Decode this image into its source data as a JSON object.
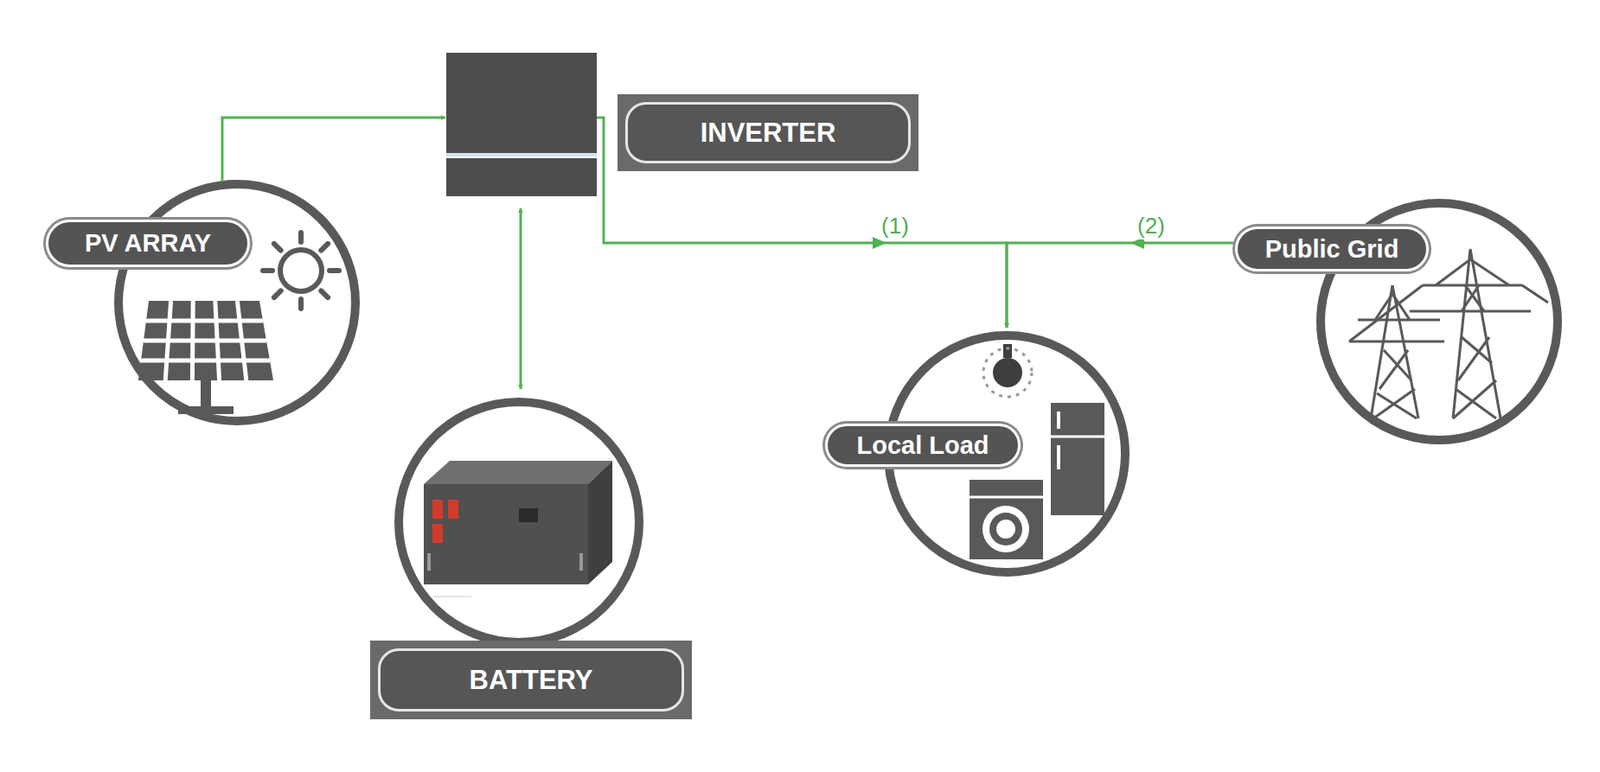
{
  "diagram": {
    "nodes": [
      {
        "text": [
          "PV ARRAY"
        ]
      },
      {
        "text": [
          "INVERTER"
        ]
      },
      {
        "text": [
          "BATTERY"
        ]
      },
      {
        "text": [
          "Local Load"
        ]
      },
      {
        "text": [
          "Public Grid"
        ]
      }
    ],
    "edges": [
      {
        "from": 0,
        "to": 1,
        "arrow": "to"
      },
      {
        "from": 1,
        "to": 2,
        "arrow": "both"
      },
      {
        "from": 1,
        "to": 3,
        "label": "(1)",
        "arrow": "to"
      },
      {
        "from": 4,
        "to": 3,
        "label": "(2)",
        "arrow": "to"
      }
    ]
  }
}
